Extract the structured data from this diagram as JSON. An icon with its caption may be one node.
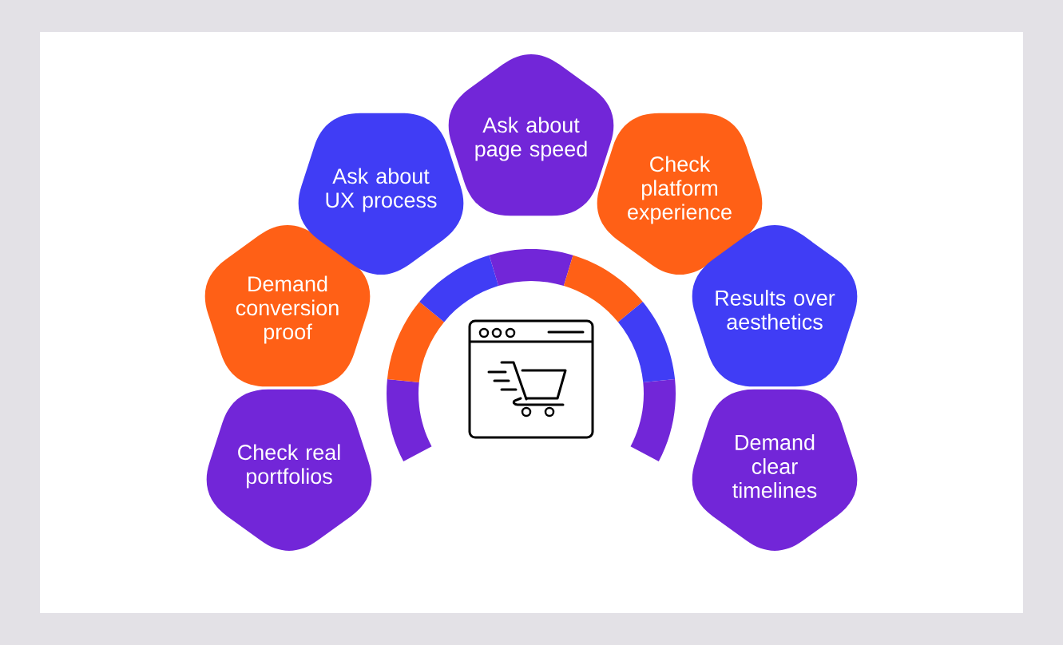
{
  "diagram": {
    "nodes": [
      {
        "text": [
          "Check real portfolios"
        ]
      },
      {
        "text": [
          "Demand conversion proof"
        ]
      },
      {
        "text": [
          "Ask about UX process"
        ]
      },
      {
        "text": [
          "Ask about page speed"
        ]
      },
      {
        "text": [
          "Check platform experience"
        ]
      },
      {
        "text": [
          "Results over aesthetics"
        ]
      },
      {
        "text": [
          "Demand clear timelines"
        ]
      }
    ]
  }
}
